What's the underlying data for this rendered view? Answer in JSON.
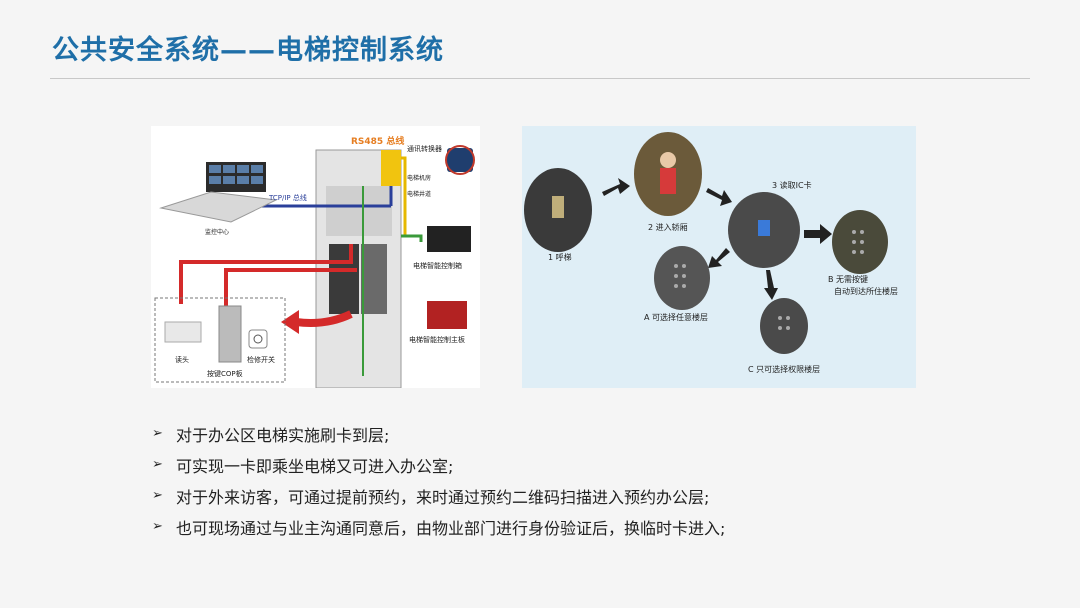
{
  "slide": {
    "title": "公共安全系统——电梯控制系统"
  },
  "diagram_left": {
    "rs485": "RS485 总线",
    "converter": "通讯转换器",
    "tcpip": "TCP/IP 总线",
    "machine_room": "电梯机房",
    "shaft": "电梯井道",
    "monitor_center": "监控中心",
    "smart_box": "电梯智能控制箱",
    "main_board": "电梯智能控制主板",
    "reader": "读头",
    "cop_panel": "按键COP板",
    "service_switch": "检修开关"
  },
  "diagram_right": {
    "step1": "1 呼梯",
    "step2": "2 进入轿厢",
    "step3": "3 读取IC卡",
    "stepA": "A 可选择任意楼层",
    "stepB1": "B 无需按键",
    "stepB2": "自动到达所住楼层",
    "stepC": "C 只可选择权限楼层"
  },
  "bullets": [
    "对于办公区电梯实施刷卡到层;",
    "可实现一卡即乘坐电梯又可进入办公室;",
    "对于外来访客，可通过提前预约，来时通过预约二维码扫描进入预约办公层;",
    "也可现场通过与业主沟通同意后，由物业部门进行身份验证后，换临时卡进入;"
  ],
  "colors": {
    "title": "#1f6fa8",
    "bus_red": "#d42a2a",
    "bus_blue": "#2a3f9a",
    "bus_green": "#3a9a3a"
  }
}
